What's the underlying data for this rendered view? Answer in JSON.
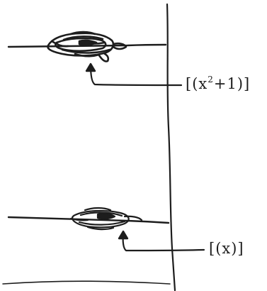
{
  "labels": {
    "upper_prefix": "[(x",
    "upper_exponent": "2",
    "upper_suffix": "+1)]",
    "lower": "[(x)]"
  },
  "colors": {
    "ink": "#1d1d1d",
    "background": "#ffffff"
  }
}
